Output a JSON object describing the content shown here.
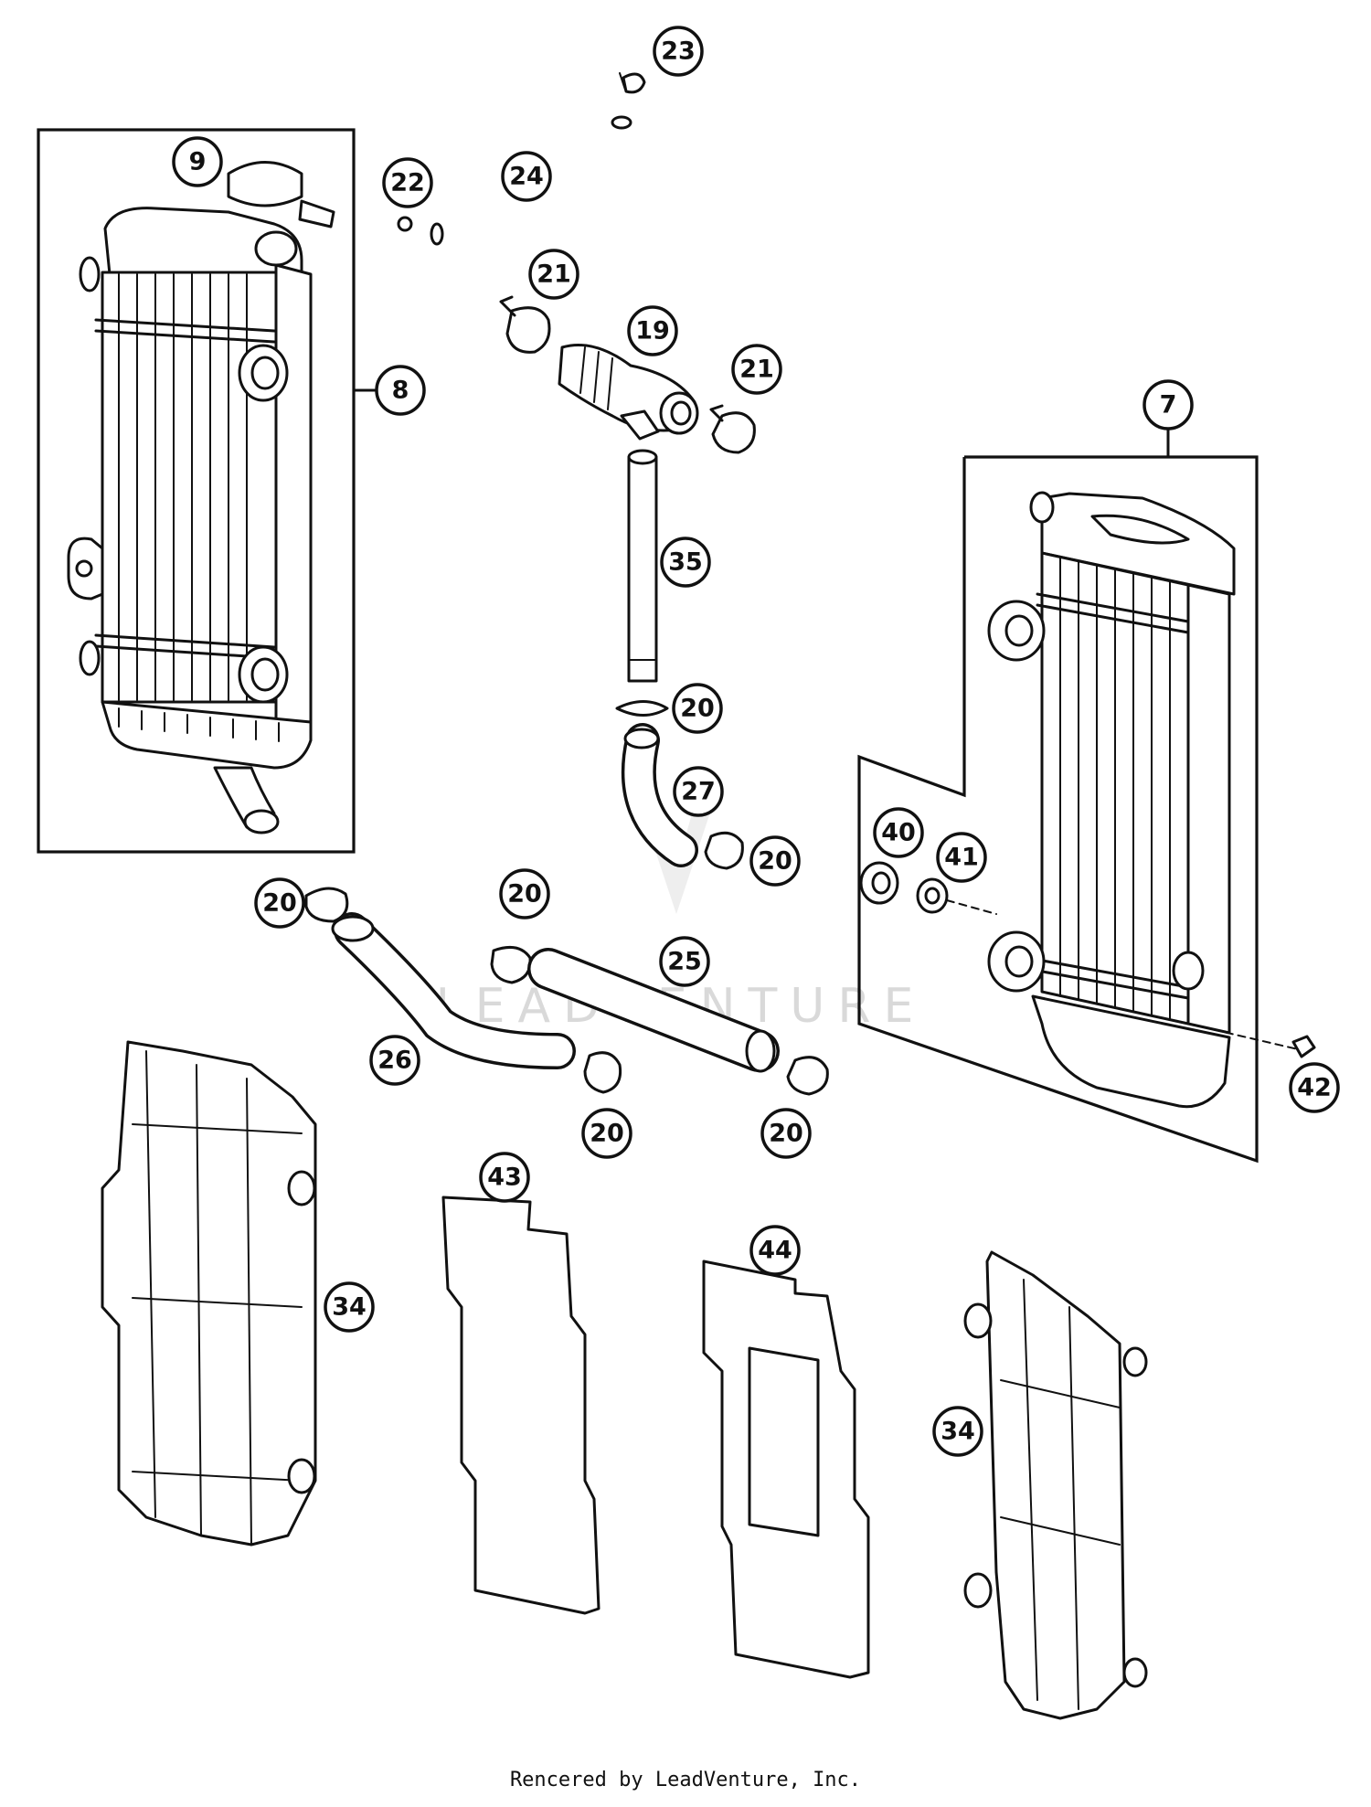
{
  "callouts": [
    {
      "label": "23"
    },
    {
      "label": "9"
    },
    {
      "label": "22"
    },
    {
      "label": "24"
    },
    {
      "label": "21"
    },
    {
      "label": "19"
    },
    {
      "label": "21"
    },
    {
      "label": "8"
    },
    {
      "label": "7"
    },
    {
      "label": "35"
    },
    {
      "label": "20"
    },
    {
      "label": "27"
    },
    {
      "label": "40"
    },
    {
      "label": "41"
    },
    {
      "label": "20"
    },
    {
      "label": "20"
    },
    {
      "label": "20"
    },
    {
      "label": "25"
    },
    {
      "label": "26"
    },
    {
      "label": "20"
    },
    {
      "label": "20"
    },
    {
      "label": "42"
    },
    {
      "label": "43"
    },
    {
      "label": "44"
    },
    {
      "label": "34"
    },
    {
      "label": "34"
    }
  ],
  "watermark": "LEADVENTURE",
  "credit": "Rencered by LeadVenture, Inc."
}
